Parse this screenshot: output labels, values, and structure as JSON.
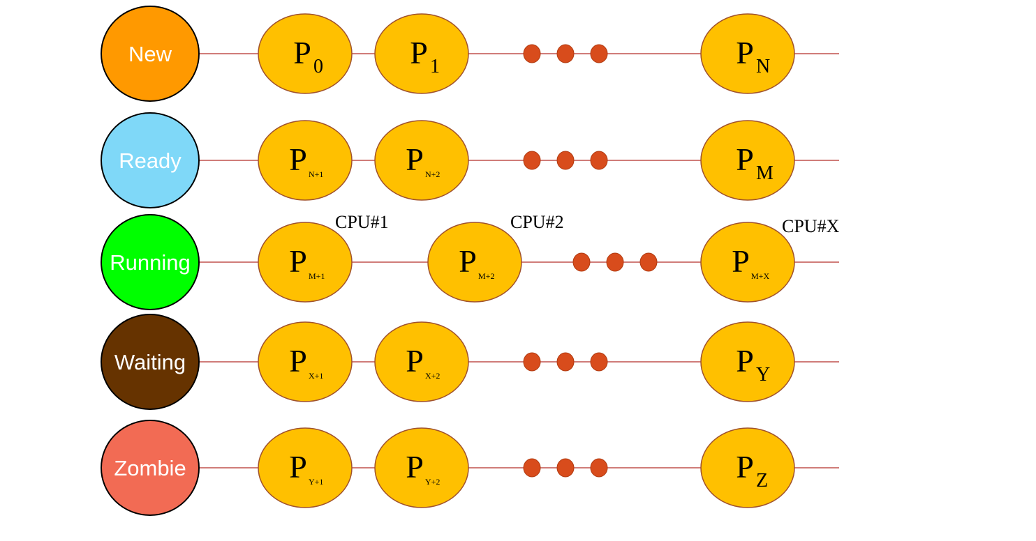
{
  "colors": {
    "line": "#c0504d",
    "process_fill": "#ffc000",
    "process_stroke": "#a0522d",
    "dot_fill": "#d84c1c",
    "dot_stroke": "#b03a10",
    "state_stroke": "#000000"
  },
  "rows": [
    {
      "state": "New",
      "state_color": "#ff9900",
      "processes": [
        {
          "sym": "P",
          "sub": "0"
        },
        {
          "sym": "P",
          "sub": "1"
        },
        {
          "sym": "P",
          "sub": "N"
        }
      ]
    },
    {
      "state": "Ready",
      "state_color": "#7fd8f8",
      "processes": [
        {
          "sym": "P",
          "sub": "N+1"
        },
        {
          "sym": "P",
          "sub": "N+2"
        },
        {
          "sym": "P",
          "sub": "M"
        }
      ]
    },
    {
      "state": "Running",
      "state_color": "#00ff00",
      "processes": [
        {
          "sym": "P",
          "sub": "M+1",
          "cpu": "CPU#1"
        },
        {
          "sym": "P",
          "sub": "M+2",
          "cpu": "CPU#2"
        },
        {
          "sym": "P",
          "sub": "M+X",
          "cpu": "CPU#X"
        }
      ]
    },
    {
      "state": "Waiting",
      "state_color": "#663300",
      "processes": [
        {
          "sym": "P",
          "sub": "X+1"
        },
        {
          "sym": "P",
          "sub": "X+2"
        },
        {
          "sym": "P",
          "sub": "Y"
        }
      ]
    },
    {
      "state": "Zombie",
      "state_color": "#f26b54",
      "processes": [
        {
          "sym": "P",
          "sub": "Y+1"
        },
        {
          "sym": "P",
          "sub": "Y+2"
        },
        {
          "sym": "P",
          "sub": "Z"
        }
      ]
    }
  ]
}
